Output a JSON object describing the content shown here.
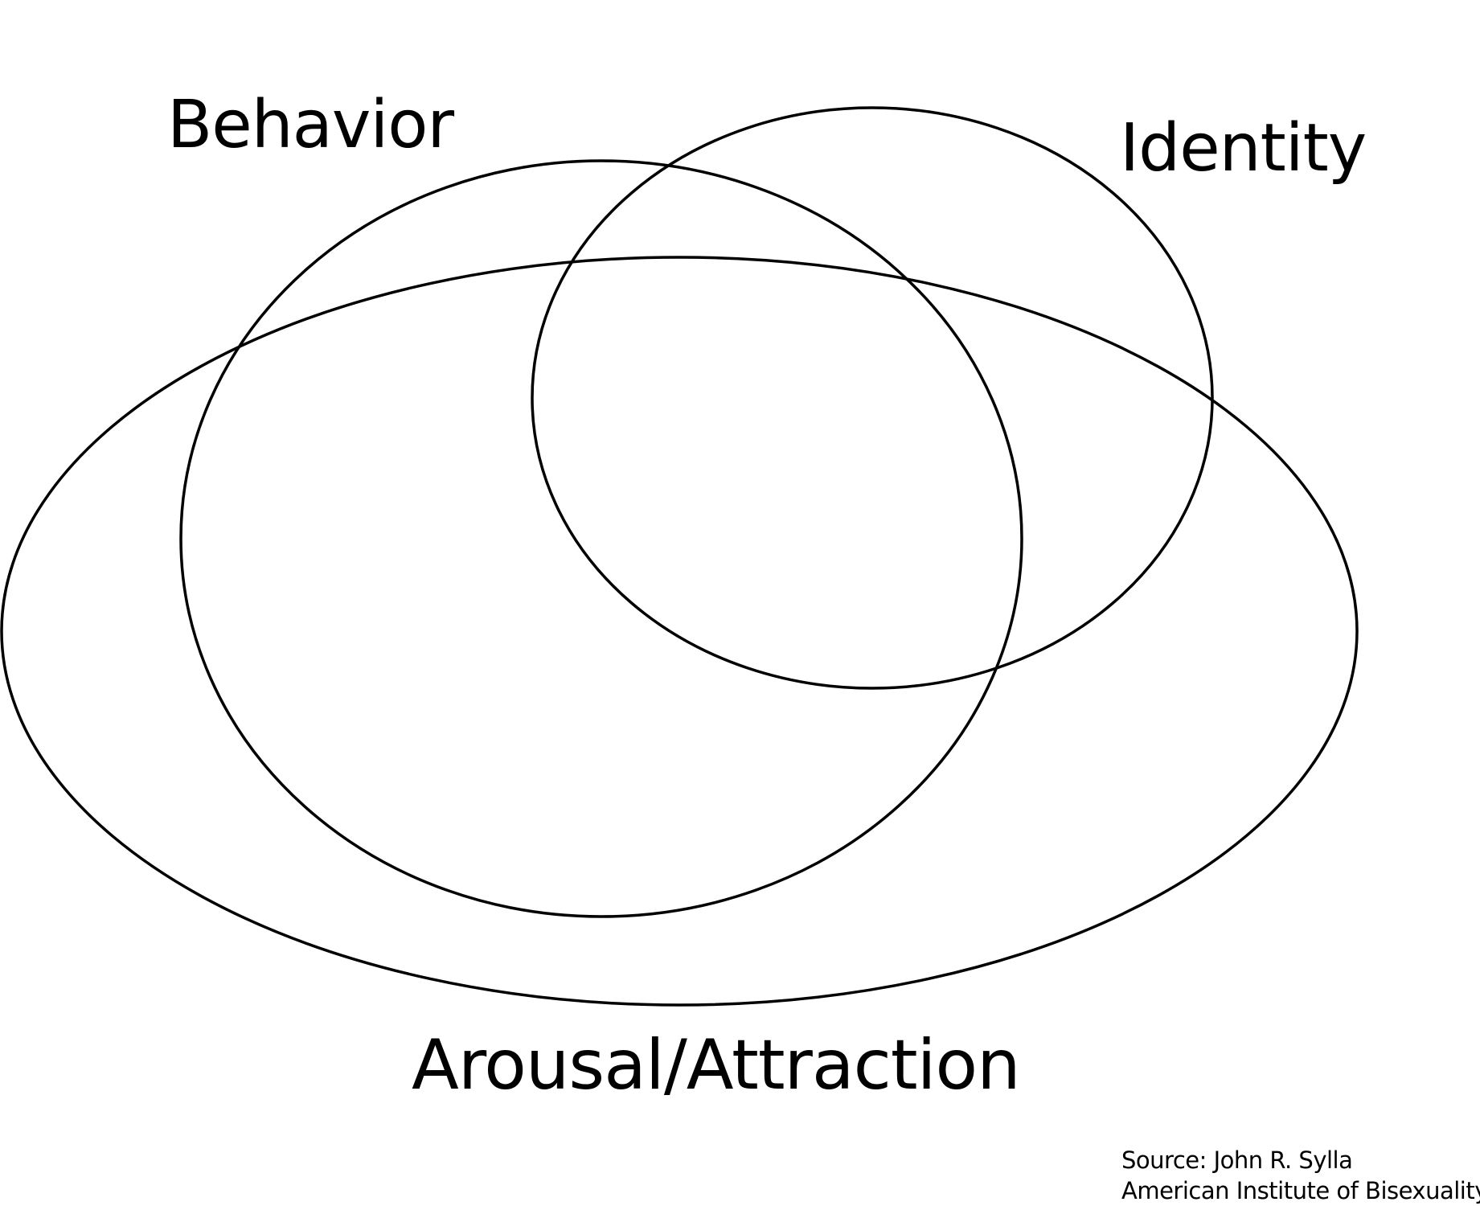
{
  "diagram": {
    "type": "venn",
    "sets": {
      "behavior": "Behavior",
      "identity": "Identity",
      "arousal": "Arousal/Attraction"
    },
    "source": {
      "line1": "Source: John R. Sylla",
      "line2": "American Institute of Bisexuality"
    },
    "colors": {
      "stroke": "#000000",
      "background": "#ffffff"
    }
  }
}
